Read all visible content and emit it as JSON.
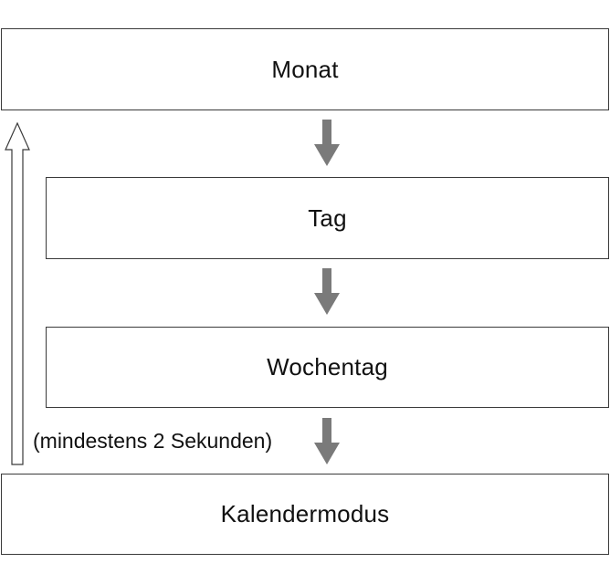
{
  "steps": [
    {
      "label": "Monat"
    },
    {
      "label": "Tag"
    },
    {
      "label": "Wochentag"
    },
    {
      "label": "Kalendermodus"
    }
  ],
  "note": "(mindestens 2 Sekunden)",
  "colors": {
    "arrow": "#7a7a7a",
    "border": "#3a3a3a"
  },
  "icons": {
    "step_arrow": "arrow-down-icon",
    "return_arrow": "arrow-up-outline-icon"
  }
}
